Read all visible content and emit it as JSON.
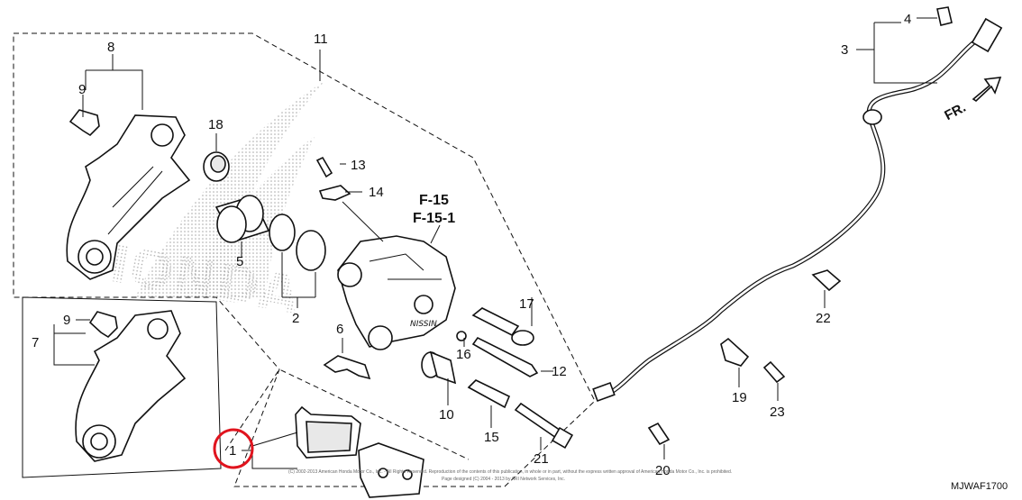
{
  "diagram": {
    "callouts": {
      "c1": "1",
      "c2": "2",
      "c3": "3",
      "c4": "4",
      "c5": "5",
      "c6": "6",
      "c7": "7",
      "c8": "8",
      "c9a": "9",
      "c9b": "9",
      "c10": "10",
      "c11": "11",
      "c12": "12",
      "c13": "13",
      "c14": "14",
      "c15": "15",
      "c16": "16",
      "c17": "17",
      "c18": "18",
      "c19": "19",
      "c20": "20",
      "c21": "21",
      "c22": "22",
      "c23": "23"
    },
    "references": [
      "F-15",
      "F-15-1"
    ],
    "front_arrow_label": "FR.",
    "copyright_line1": "(C) 2002-2013 American Honda Motor Co., Inc. - All Rights Reserved. Reproduction of the contents of this publication, in whole or in part, without the express written approval of American Honda Motor Co., Inc. is prohibited.",
    "copyright_line2": "Page designed (C) 2004 - 2013 by ARI Network Services, Inc.",
    "figure_code": "MJWAF1700",
    "highlight_color": "#e0141e"
  }
}
